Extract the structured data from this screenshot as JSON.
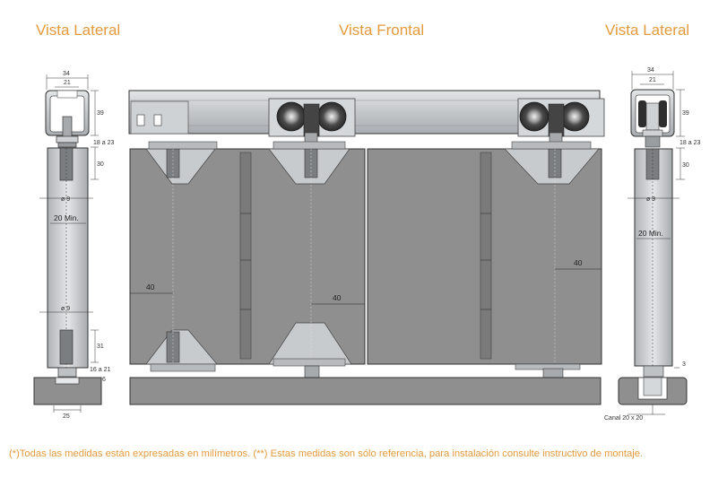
{
  "views": {
    "left_title": "Vista Lateral",
    "front_title": "Vista Frontal",
    "right_title": "Vista Lateral"
  },
  "dims": {
    "d34": "34",
    "d21": "21",
    "d39": "39",
    "d18a23": "18 a 23",
    "d30": "30",
    "phi9": "ø 9",
    "min20": "20 Min.",
    "d31": "31",
    "d16a21": "16 a 21",
    "d6": "6",
    "d25": "25",
    "d40": "40",
    "d3": "3",
    "canal": "Canal 20 x 20"
  },
  "footnote": "(*)Todas las medidas están expresadas en milímetros. (**) Estas medidas son sólo referencia, para instalación consulte instructivo de montaje.",
  "colors": {
    "accent": "#e39a3c",
    "panel": "#8f8f8f",
    "rail": "#c9cccf",
    "line": "#333333"
  }
}
